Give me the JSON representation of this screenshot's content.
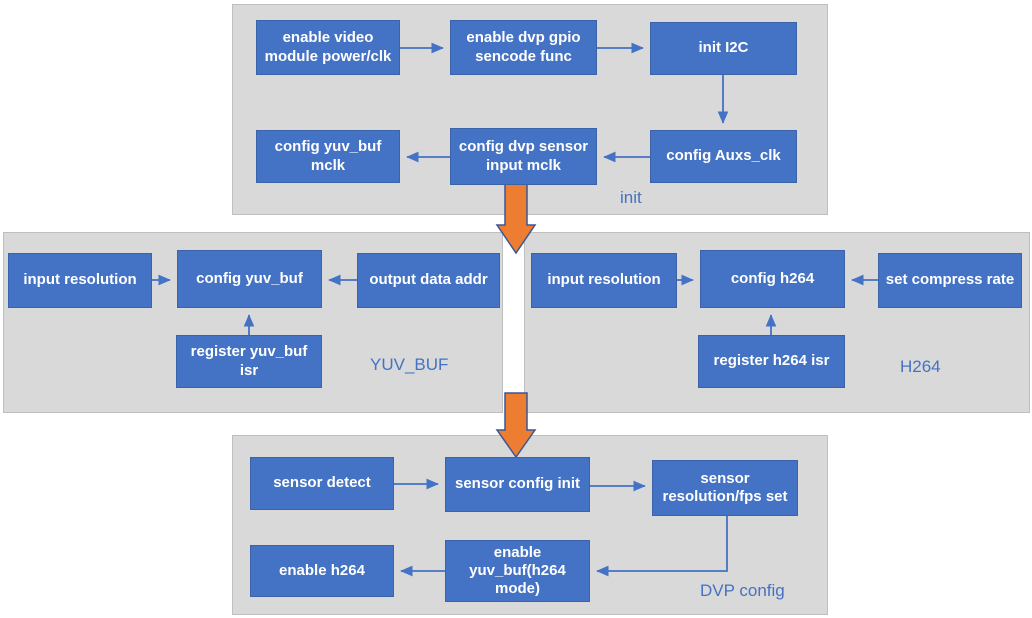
{
  "diagram": {
    "sections": {
      "init": {
        "label": "init",
        "nodes": {
          "enable_video": "enable video module power/clk",
          "enable_dvp_gpio": "enable dvp gpio sencode func",
          "init_i2c": "init I2C",
          "config_auxs_clk": "config Auxs_clk",
          "config_dvp_sensor": "config dvp sensor input mclk",
          "config_yuvbuf_mclk": "config yuv_buf mclk"
        }
      },
      "yuv_buf": {
        "label": "YUV_BUF",
        "nodes": {
          "input_resolution": "input resolution",
          "config_yuv_buf": "config yuv_buf",
          "output_data_addr": "output data addr",
          "register_yuv_buf_isr": "register yuv_buf isr"
        }
      },
      "h264": {
        "label": "H264",
        "nodes": {
          "input_resolution": "input resolution",
          "config_h264": "config h264",
          "set_compress_rate": "set compress rate",
          "register_h264_isr": "register h264 isr"
        }
      },
      "dvp_config": {
        "label": "DVP config",
        "nodes": {
          "sensor_detect": "sensor detect",
          "sensor_config_init": "sensor config init",
          "sensor_resolution_fps": "sensor resolution/fps set",
          "enable_h264": "enable h264",
          "enable_yuv_buf": "enable yuv_buf(h264 mode)"
        }
      }
    },
    "colors": {
      "node_fill": "#4472C4",
      "node_border": "#3B63A8",
      "node_text": "#FFFFFF",
      "panel_fill": "#D9D9D9",
      "panel_border": "#BFBFBF",
      "connector": "#4472C4",
      "flow_arrow_fill": "#ED7D31",
      "flow_arrow_border": "#3A5795",
      "section_label": "#4472C4"
    }
  }
}
